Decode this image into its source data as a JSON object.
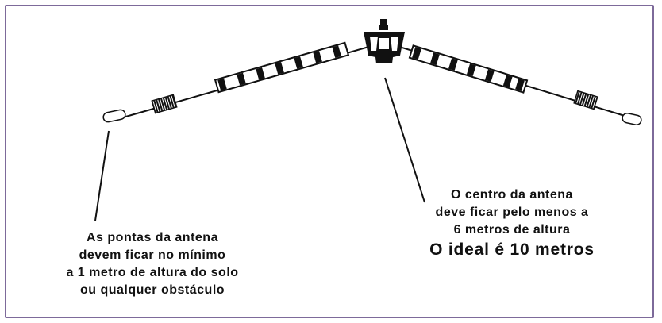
{
  "colors": {
    "frame": "#7d6a9a",
    "ink": "#111111",
    "background": "#ffffff"
  },
  "captions": {
    "ends": [
      "As pontas da antena",
      "devem ficar no mínimo",
      "a 1 metro de altura do solo",
      "ou qualquer obstáculo"
    ],
    "center": [
      "O centro da antena",
      "deve ficar pelo menos a",
      "6 metros de altura"
    ],
    "center_emphasis": "O ideal é 10 metros"
  },
  "icons": {
    "center": "antenna-balun-icon",
    "traps": "loading-coil-icon",
    "insulators": "end-insulator-icon"
  }
}
